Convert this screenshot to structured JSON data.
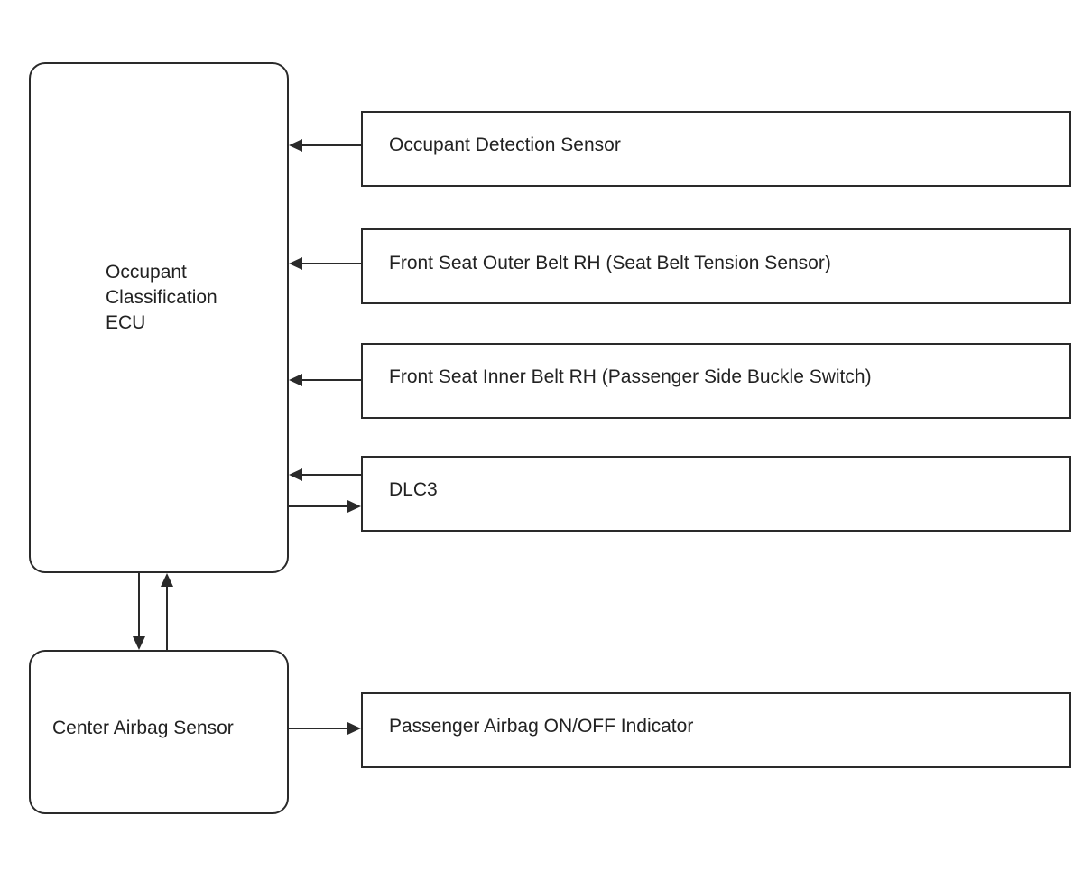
{
  "nodes": {
    "ecu": {
      "line1": "Occupant",
      "line2": "Classification",
      "line3": "ECU"
    },
    "center_airbag_sensor": "Center Airbag Sensor",
    "occupant_detection_sensor": "Occupant Detection Sensor",
    "outer_belt": "Front Seat Outer Belt RH (Seat Belt Tension Sensor)",
    "inner_belt": "Front Seat Inner Belt RH (Passenger Side Buckle Switch)",
    "dlc3": "DLC3",
    "indicator": "Passenger Airbag ON/OFF Indicator"
  },
  "colors": {
    "stroke": "#2a2a2a",
    "text": "#222222",
    "background": "#ffffff"
  }
}
